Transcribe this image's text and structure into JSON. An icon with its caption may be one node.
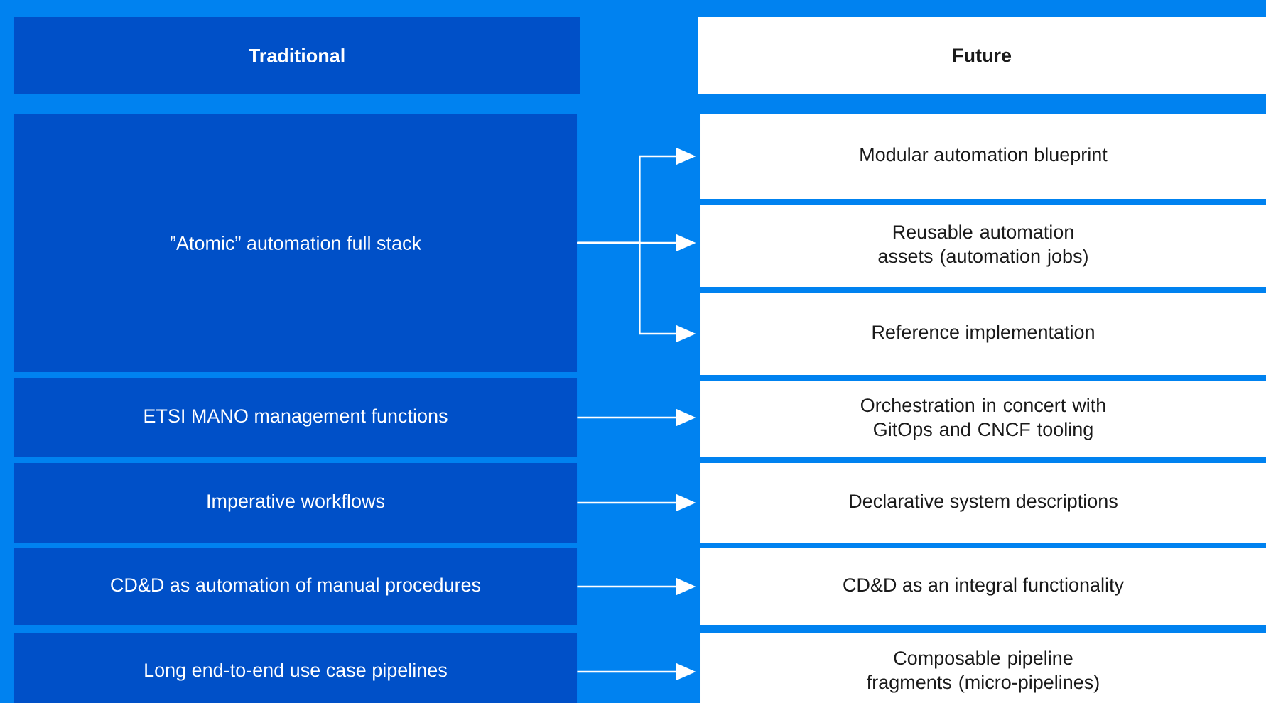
{
  "diagram": {
    "nodes": [
      {
        "text": [
          "Traditional"
        ]
      },
      {
        "text": [
          "Future"
        ]
      },
      {
        "text": [
          "”Atomic” automation full stack"
        ]
      },
      {
        "text": [
          "Modular automation blueprint"
        ]
      },
      {
        "text": [
          "Reusable automation assets (automation jobs)"
        ]
      },
      {
        "text": [
          "Reference implementation"
        ]
      },
      {
        "text": [
          "ETSI MANO management functions"
        ]
      },
      {
        "text": [
          "Orchestration in concert with GitOps and CNCF tooling"
        ]
      },
      {
        "text": [
          "Imperative workflows"
        ]
      },
      {
        "text": [
          "Declarative system descriptions"
        ]
      },
      {
        "text": [
          "CD&D as automation of manual procedures"
        ]
      },
      {
        "text": [
          "CD&D as an integral functionality"
        ]
      },
      {
        "text": [
          "Long end-to-end use case pipelines"
        ]
      },
      {
        "text": [
          "Composable pipeline fragments (micro-pipelines)"
        ]
      }
    ],
    "edges": [
      {
        "from": 2,
        "to": 3,
        "arrow": "to"
      },
      {
        "from": 2,
        "to": 4,
        "arrow": "to"
      },
      {
        "from": 2,
        "to": 5,
        "arrow": "to"
      },
      {
        "from": 6,
        "to": 7,
        "arrow": "to"
      },
      {
        "from": 8,
        "to": 9,
        "arrow": "to"
      },
      {
        "from": 10,
        "to": 11,
        "arrow": "to"
      },
      {
        "from": 12,
        "to": 13,
        "arrow": "to"
      }
    ]
  }
}
